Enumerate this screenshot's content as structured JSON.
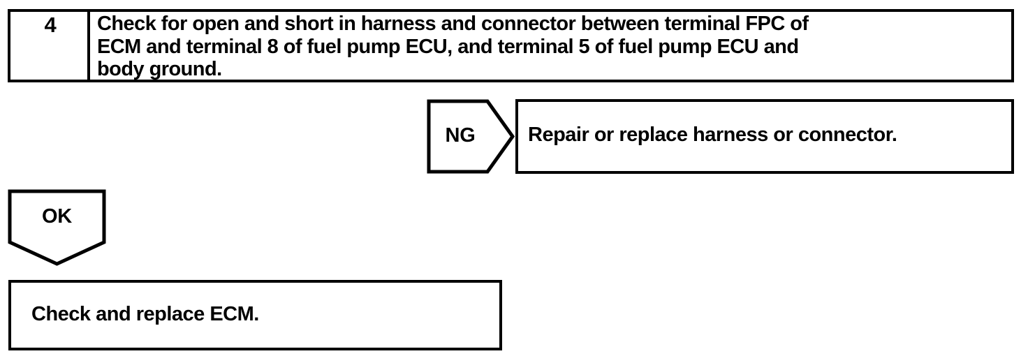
{
  "page": {
    "title": "Diagnostic Flowchart Step 4",
    "ink_color": "#000000",
    "background_color": "#ffffff"
  },
  "step": {
    "number": "4",
    "instruction": "Check for open and short in harness and connector between terminal FPC of\nECM and terminal 8 of fuel pump ECU, and terminal 5 of fuel pump ECU and\nbody ground."
  },
  "branches": {
    "ng": {
      "tag_label": "NG",
      "result_text": "Repair or replace harness or connector."
    },
    "ok": {
      "tag_label": "OK",
      "result_text": "Check and replace ECM."
    }
  }
}
